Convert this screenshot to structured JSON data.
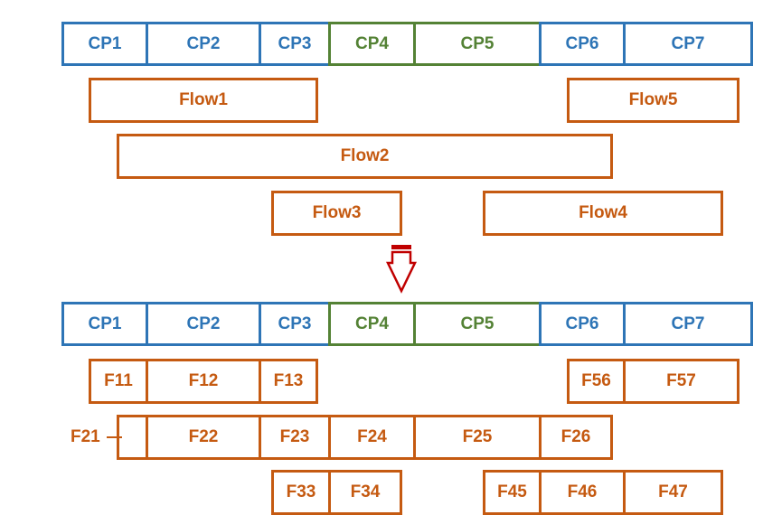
{
  "top_row": {
    "checkpoints": [
      "CP1",
      "CP2",
      "CP3",
      "CP4",
      "CP5",
      "CP6",
      "CP7"
    ]
  },
  "flows": [
    "Flow1",
    "Flow2",
    "Flow3",
    "Flow4",
    "Flow5"
  ],
  "bottom_row": {
    "checkpoints": [
      "CP1",
      "CP2",
      "CP3",
      "CP4",
      "CP5",
      "CP6",
      "CP7"
    ]
  },
  "fragments": {
    "flow1": [
      "F11",
      "F12",
      "F13"
    ],
    "flow5": [
      "F56",
      "F57"
    ],
    "flow2_label": "F21",
    "flow2": [
      "F22",
      "F23",
      "F24",
      "F25",
      "F26"
    ],
    "flow3": [
      "F33",
      "F34"
    ],
    "flow4": [
      "F45",
      "F46",
      "F47"
    ]
  },
  "colors": {
    "blue": "#2e75b6",
    "green": "#548235",
    "orange": "#c55a11",
    "arrow": "#c00000"
  }
}
